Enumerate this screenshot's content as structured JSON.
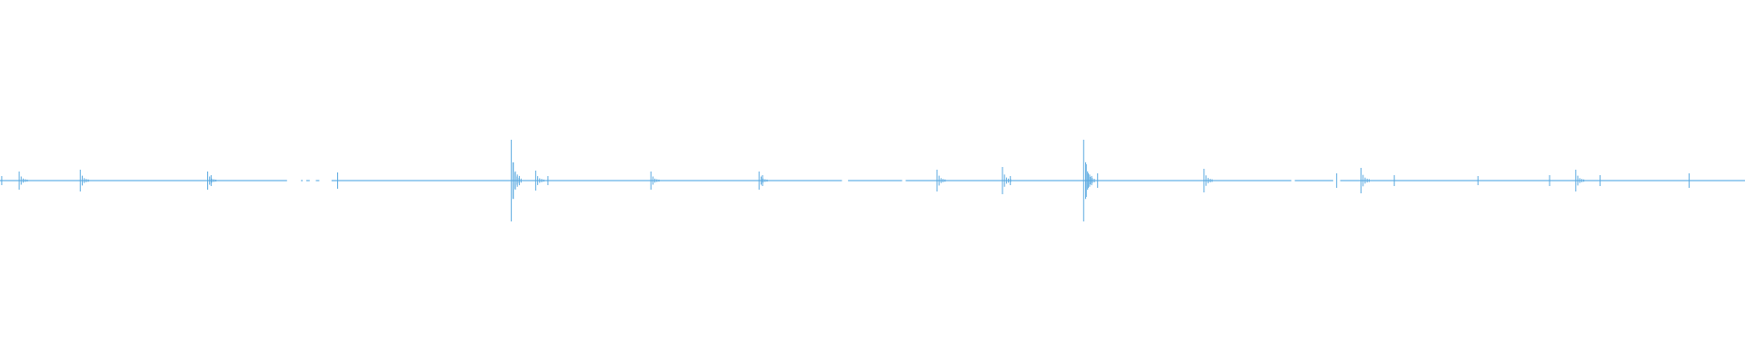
{
  "waveform": {
    "color": "#5aa9e0",
    "baseline_color": "#66b2e6",
    "background_color": "#ffffff",
    "segments": [
      {
        "start": 0.0,
        "end": 0.1645
      },
      {
        "start": 0.1725,
        "end": 0.1735
      },
      {
        "start": 0.1755,
        "end": 0.1775
      },
      {
        "start": 0.181,
        "end": 0.183
      },
      {
        "start": 0.19,
        "end": 0.4825
      },
      {
        "start": 0.486,
        "end": 0.517
      },
      {
        "start": 0.519,
        "end": 0.74
      },
      {
        "start": 0.742,
        "end": 0.764
      },
      {
        "start": 0.768,
        "end": 1.0
      }
    ],
    "spikes": [
      {
        "pos": 0.001,
        "amp": 0.05
      },
      {
        "pos": 0.011,
        "amp": 0.1
      },
      {
        "pos": 0.046,
        "amp": 0.12
      },
      {
        "pos": 0.119,
        "amp": 0.1
      },
      {
        "pos": 0.121,
        "amp": 0.06
      },
      {
        "pos": 0.1935,
        "amp": 0.09
      },
      {
        "pos": 0.293,
        "amp": 0.45
      },
      {
        "pos": 0.294,
        "amp": 0.2
      },
      {
        "pos": 0.307,
        "amp": 0.11
      },
      {
        "pos": 0.314,
        "amp": 0.05
      },
      {
        "pos": 0.373,
        "amp": 0.1
      },
      {
        "pos": 0.435,
        "amp": 0.1
      },
      {
        "pos": 0.437,
        "amp": 0.06
      },
      {
        "pos": 0.537,
        "amp": 0.12
      },
      {
        "pos": 0.5745,
        "amp": 0.15
      },
      {
        "pos": 0.579,
        "amp": 0.05
      },
      {
        "pos": 0.621,
        "amp": 0.45
      },
      {
        "pos": 0.6225,
        "amp": 0.18
      },
      {
        "pos": 0.629,
        "amp": 0.08
      },
      {
        "pos": 0.69,
        "amp": 0.13
      },
      {
        "pos": 0.766,
        "amp": 0.08
      },
      {
        "pos": 0.78,
        "amp": 0.14
      },
      {
        "pos": 0.799,
        "amp": 0.06
      },
      {
        "pos": 0.847,
        "amp": 0.05
      },
      {
        "pos": 0.888,
        "amp": 0.06
      },
      {
        "pos": 0.903,
        "amp": 0.12
      },
      {
        "pos": 0.917,
        "amp": 0.06
      },
      {
        "pos": 0.968,
        "amp": 0.08
      }
    ]
  }
}
